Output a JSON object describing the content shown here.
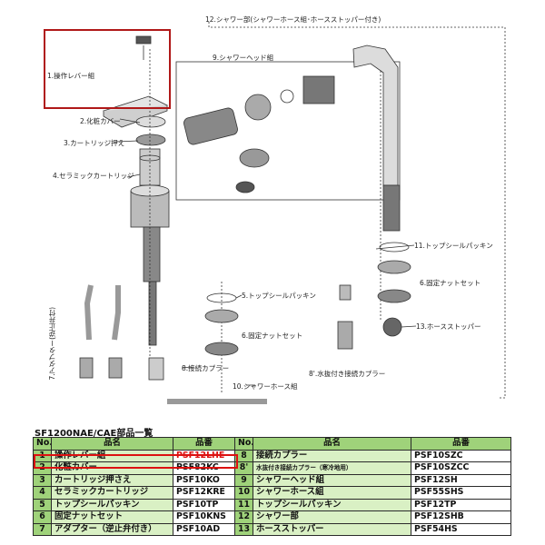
{
  "diagram": {
    "labels": {
      "l12": "12.シャワー部(シャワーホース組･ホースストッパー付き)",
      "l9": "9.シャワーヘッド組",
      "l1": "1.操作レバー組",
      "l2": "2.化粧カバー",
      "l3": "3.カートリッジ押え",
      "l4": "4.セラミックカートリッジ",
      "l11": "11.トップシールパッキン",
      "l5": "5.トップシールパッキン",
      "l6a": "6.固定ナットセット",
      "l6b": "6.固定ナットセット",
      "l8": "8.接続カプラー",
      "l8b": "8'.水抜付き接続カプラー",
      "l10": "10.シャワーホース組",
      "l13": "13.ホースストッパー",
      "l7": "7.アダプター(逆止弁付)"
    }
  },
  "table": {
    "title": "SF1200NAE/CAE部品一覧",
    "headers": {
      "no": "No.",
      "name": "品名",
      "part": "品番"
    },
    "left": [
      {
        "no": "1",
        "name": "操作レバー組",
        "part": "PSF12LHE"
      },
      {
        "no": "2",
        "name": "化粧カバー",
        "part": "PSF82KC"
      },
      {
        "no": "3",
        "name": "カートリッジ押さえ",
        "part": "PSF10KO"
      },
      {
        "no": "4",
        "name": "セラミックカートリッジ",
        "part": "PSF12KRE"
      },
      {
        "no": "5",
        "name": "トップシールパッキン",
        "part": "PSF10TP"
      },
      {
        "no": "6",
        "name": "固定ナットセット",
        "part": "PSF10KNS"
      },
      {
        "no": "7",
        "name": "アダプター（逆止弁付き）",
        "part": "PSF10AD"
      }
    ],
    "right": [
      {
        "no": "8",
        "name": "接続カプラー",
        "part": "PSF10SZC"
      },
      {
        "no": "8'",
        "name": "水抜付き接続カプラー（寒冷地用）",
        "part": "PSF10SZCC"
      },
      {
        "no": "9",
        "name": "シャワーヘッド組",
        "part": "PSF12SH"
      },
      {
        "no": "10",
        "name": "シャワーホース組",
        "part": "PSF55SHS"
      },
      {
        "no": "11",
        "name": "トップシールパッキン",
        "part": "PSF12TP"
      },
      {
        "no": "12",
        "name": "シャワー部",
        "part": "PSF12SHB"
      },
      {
        "no": "13",
        "name": "ホースストッパー",
        "part": "PSF54HS"
      }
    ]
  },
  "colors": {
    "highlight": "#b01818",
    "header_green": "#9fd27a",
    "name_green": "#d9f0c4",
    "part_red": "#d11"
  }
}
